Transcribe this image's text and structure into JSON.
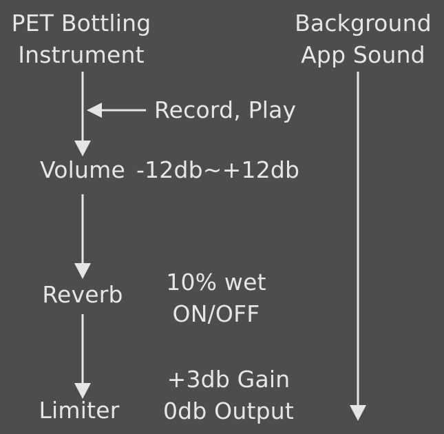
{
  "diagram": {
    "source": {
      "line1": "PET Bottling",
      "line2": "Instrument"
    },
    "background": {
      "line1": "Background",
      "line2": "App Sound"
    },
    "record_play": "Record, Play",
    "nodes": {
      "volume": "Volume",
      "reverb": "Reverb",
      "limiter": "Limiter"
    },
    "annotations": {
      "volume_range": "-12db~+12db",
      "reverb_wet": "10% wet",
      "reverb_toggle": "ON/OFF",
      "limiter_gain": "+3db Gain",
      "limiter_output": "0db Output"
    },
    "colors": {
      "background": "#4d4d4d",
      "foreground": "#e6e6e6"
    }
  }
}
